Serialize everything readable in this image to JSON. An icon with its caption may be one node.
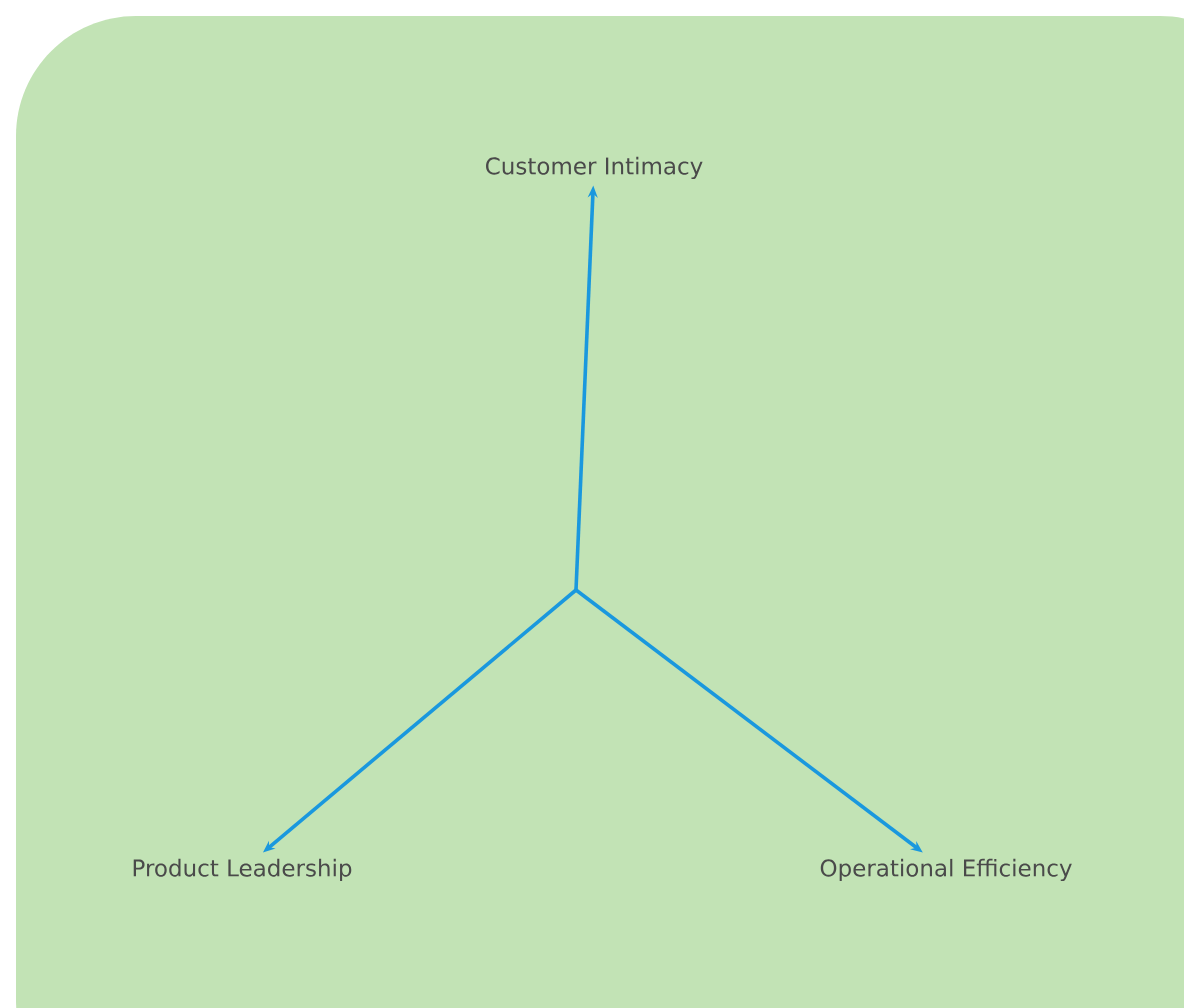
{
  "diagram": {
    "nodes": [
      {
        "text": [
          "Customer Intimacy"
        ]
      },
      {
        "text": [
          "Product Leadership"
        ]
      },
      {
        "text": [
          "Operational Efficiency"
        ]
      }
    ],
    "edges": [
      {
        "from": null,
        "to": 0,
        "arrow": "to"
      },
      {
        "from": null,
        "to": 1,
        "arrow": "to"
      },
      {
        "from": null,
        "to": 2,
        "arrow": "to"
      }
    ]
  }
}
